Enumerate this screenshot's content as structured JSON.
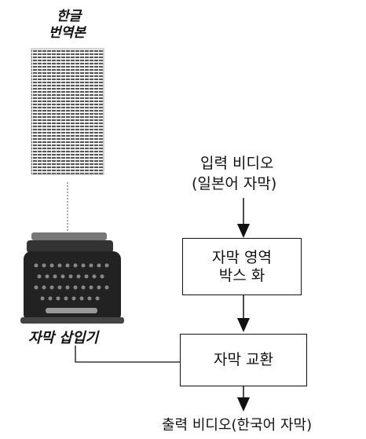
{
  "translation": {
    "title_line1": "한글",
    "title_line2": "번역본"
  },
  "input": {
    "line1": "입력 비디오",
    "line2": "(일본어 자막)"
  },
  "steps": {
    "detect_line1": "자막 영역",
    "detect_line2": "박스 화",
    "replace": "자막 교환"
  },
  "inserter": {
    "label": "자막 삽입기"
  },
  "output": {
    "label": "출력 비디오(한국어 자막)"
  }
}
